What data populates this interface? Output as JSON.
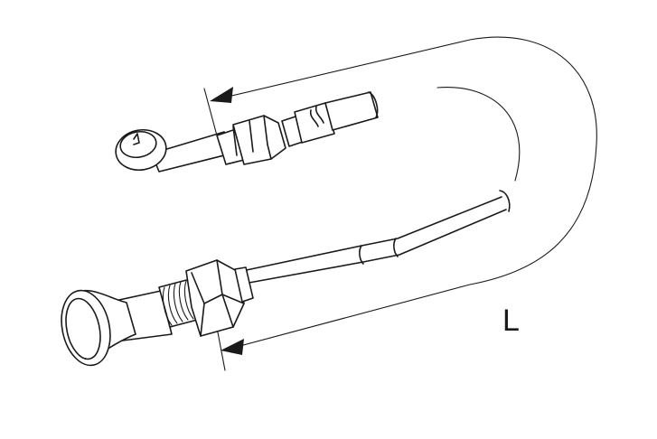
{
  "figure": {
    "dimension_label": "L",
    "colors": {
      "line": "#1a1a1a",
      "background": "#ffffff"
    },
    "parts": [
      "pull-knob",
      "threaded-bushing",
      "hex-nut",
      "cable-conduit",
      "inner-wire-end-loop",
      "conduit-end-fitting",
      "length-dimension-arrow"
    ]
  }
}
